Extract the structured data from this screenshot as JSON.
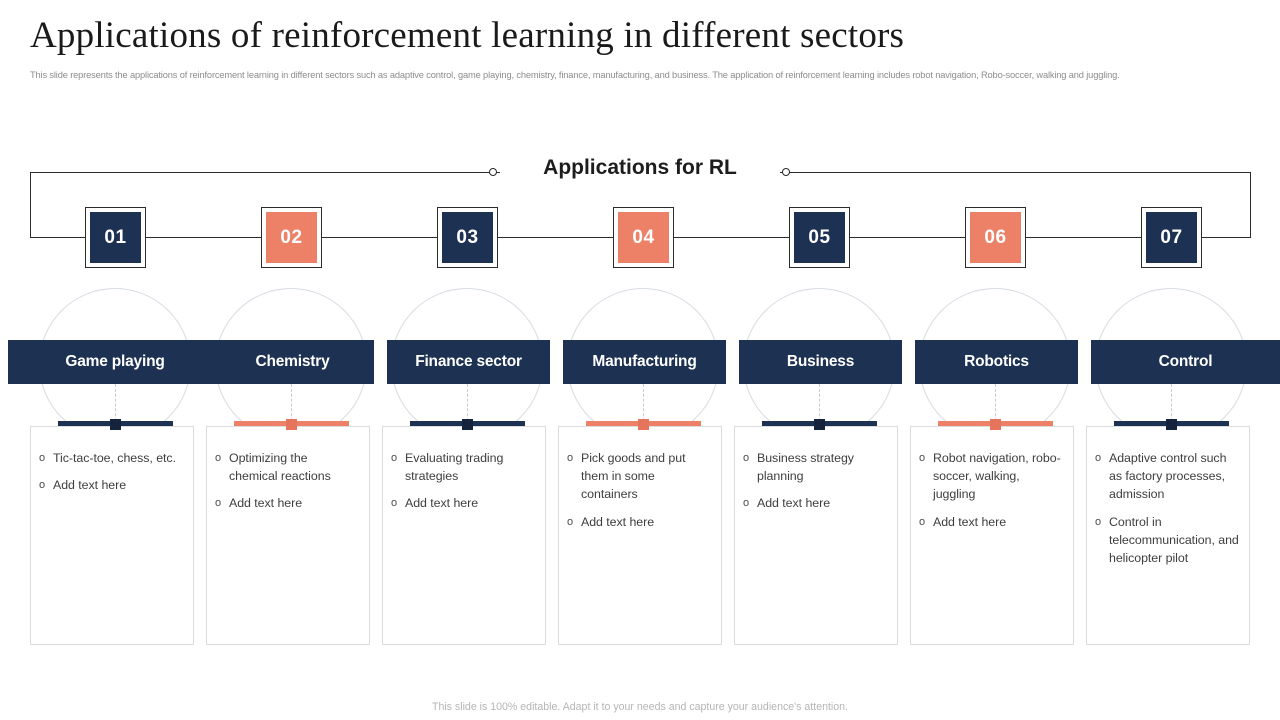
{
  "header": {
    "title": "Applications of reinforcement  learning in different  sectors",
    "subtitle": "This slide represents the applications of reinforcement learning in different sectors such as adaptive control, game playing, chemistry, finance, manufacturing, and business. The application of reinforcement learning includes robot navigation, Robo-soccer, walking and juggling."
  },
  "timeline": {
    "title": "Applications for RL",
    "colors": {
      "navy": "#1d3153",
      "coral": "#ec8168",
      "arc": "#d7dbe3",
      "card_border": "#dcdcdc"
    }
  },
  "items": [
    {
      "number": "01",
      "color": "navy",
      "label": "Game playing",
      "bullets": [
        "Tic-tac-toe, chess, etc.",
        "Add text here"
      ]
    },
    {
      "number": "02",
      "color": "coral",
      "label": "Chemistry",
      "bullets": [
        "Optimizing the chemical reactions",
        "Add text here"
      ]
    },
    {
      "number": "03",
      "color": "navy",
      "label": "Finance sector",
      "bullets": [
        "Evaluating  trading strategies",
        "Add text here"
      ]
    },
    {
      "number": "04",
      "color": "coral",
      "label": "Manufacturing",
      "bullets": [
        "Pick goods and put them in some containers",
        "Add text here"
      ]
    },
    {
      "number": "05",
      "color": "navy",
      "label": "Business",
      "bullets": [
        "Business strategy planning",
        "Add text here"
      ]
    },
    {
      "number": "06",
      "color": "coral",
      "label": "Robotics",
      "bullets": [
        "Robot navigation, robo-soccer, walking,  juggling",
        "Add text here"
      ]
    },
    {
      "number": "07",
      "color": "navy",
      "label": "Control",
      "bullets": [
        "Adaptive  control such as factory processes, admission",
        "Control in telecommunication, and helicopter  pilot"
      ]
    }
  ],
  "bullet_marker": "o",
  "footer": {
    "note": "This slide is 100% editable. Adapt it to your needs and capture your audience's attention."
  }
}
